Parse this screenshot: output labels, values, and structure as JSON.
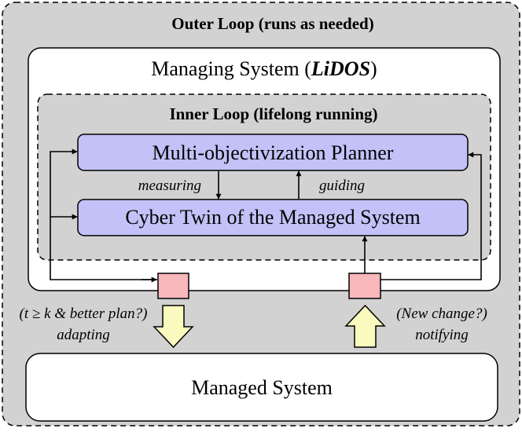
{
  "outer_loop": {
    "title": "Outer Loop (runs as needed)"
  },
  "managing_system": {
    "title_prefix": "Managing System (",
    "title_name": "LiDOS",
    "title_suffix": ")"
  },
  "inner_loop": {
    "title": "Inner Loop (lifelong running)"
  },
  "planner": {
    "label": "Multi-objectivization Planner"
  },
  "cyber_twin": {
    "label": "Cyber Twin of the Managed System"
  },
  "arrows": {
    "measuring": "measuring",
    "guiding": "guiding"
  },
  "adapting": {
    "condition": "(t ≥ k & better plan?)",
    "label": "adapting"
  },
  "notifying": {
    "condition": "(New change?)",
    "label": "notifying"
  },
  "managed_system": {
    "label": "Managed System"
  },
  "colors": {
    "outer_fill": "#d2d2d2",
    "inner_fill": "#d2d2d2",
    "component_fill": "#c2c2f8",
    "port_fill": "#f8b8bc",
    "big_arrow_fill": "#fbfbc0"
  }
}
